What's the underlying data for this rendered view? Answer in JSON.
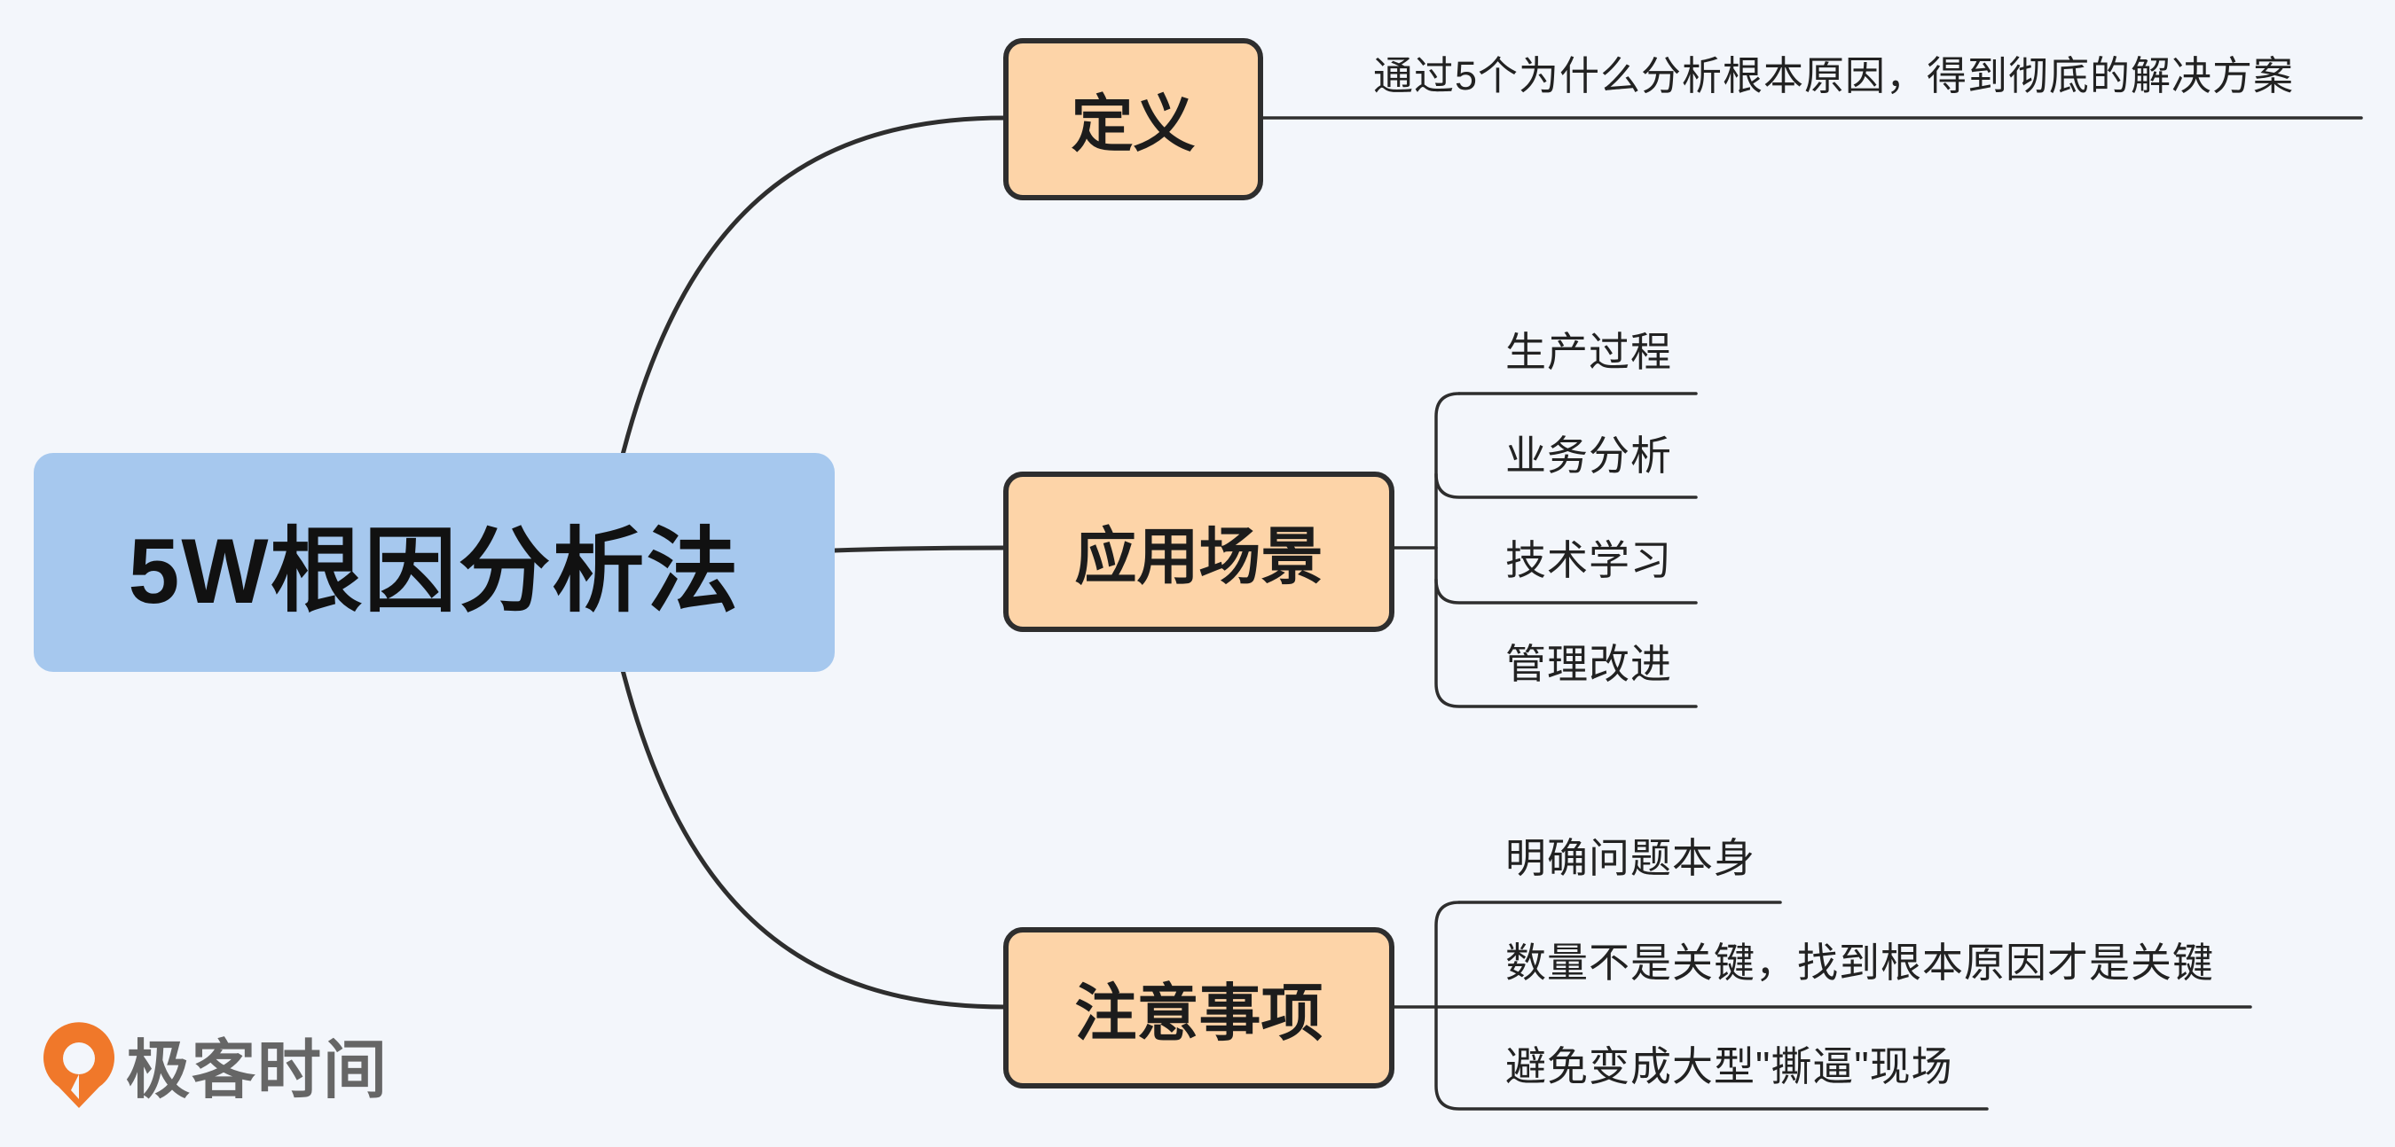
{
  "root": {
    "label": "5W根因分析法"
  },
  "branches": [
    {
      "label": "定义",
      "items": [
        "通过5个为什么分析根本原因，得到彻底的解决方案"
      ]
    },
    {
      "label": "应用场景",
      "items": [
        "生产过程",
        "业务分析",
        "技术学习",
        "管理改进"
      ]
    },
    {
      "label": "注意事项",
      "items": [
        "明确问题本身",
        "数量不是关键，找到根本原因才是关键",
        "避免变成大型\"撕逼\"现场"
      ]
    }
  ],
  "logo": {
    "text": "极客时间",
    "icon": "geektime-logo-icon"
  },
  "colors": {
    "background": "#f3f6fb",
    "root_fill": "#a6c8ee",
    "branch_fill": "#fdd4a8",
    "line": "#2e2e2e",
    "logo_orange": "#f0782a",
    "logo_text": "#666666"
  }
}
